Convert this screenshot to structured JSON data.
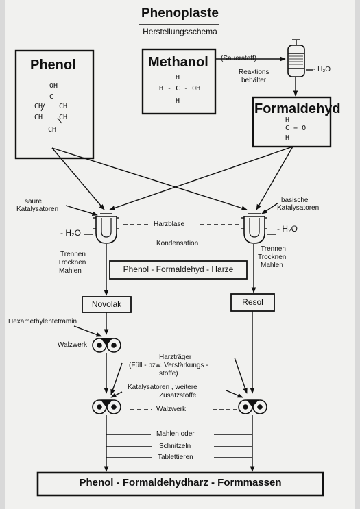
{
  "title": "Phenoplaste",
  "subtitle": "Herstellungsschema",
  "phenol": {
    "name": "Phenol",
    "f_oh": "OH",
    "f_c": "C",
    "f_ch1": "CH",
    "f_ch2": "CH",
    "f_ch3": "CH",
    "f_ch4": "CH",
    "f_ch5": "CH"
  },
  "methanol": {
    "name": "Methanol",
    "h": "H",
    "hcoh": "H - C - OH"
  },
  "sauerstoff": "(Sauerstoff)",
  "reaktion": {
    "line1": "Reaktions",
    "line2": "behälter"
  },
  "water": "- H₂O",
  "formaldehyd": {
    "name": "Formaldehyd",
    "h": "H",
    "c_o": "C = O"
  },
  "saure": {
    "line1": "saure",
    "line2": "Katalysatoren"
  },
  "basische": {
    "line1": "basische",
    "line2": "Katalysatoren"
  },
  "harzblase": "Harzblase",
  "kondensation": "Kondensation",
  "left_process": {
    "l1": "Trennen",
    "l2": "Trocknen",
    "l3": "Mahlen"
  },
  "right_process": {
    "l1": "Trennen",
    "l2": "Trocknen",
    "l3": "Mahlen"
  },
  "pf_harze": "Phenol - Formaldehyd - Harze",
  "novolak": "Novolak",
  "resol": "Resol",
  "hexa": "Hexamethylentetramin",
  "walzwerk_top": "Walzwerk",
  "harztraeger": {
    "l1": "Harzträger",
    "l2": "(Füll - bzw. Verstärkungs -",
    "l3": "stoffe)"
  },
  "katalys": {
    "l1": "Katalysatoren , weitere",
    "l2": "Zusatzstoffe"
  },
  "walzwerk_mid": "Walzwerk",
  "steps": {
    "mahlen": "Mahlen  oder",
    "schnitzeln": "Schnitzeln",
    "tablettieren": "Tablettieren"
  },
  "final": "Phenol - Formaldehydharz - Formmassen"
}
